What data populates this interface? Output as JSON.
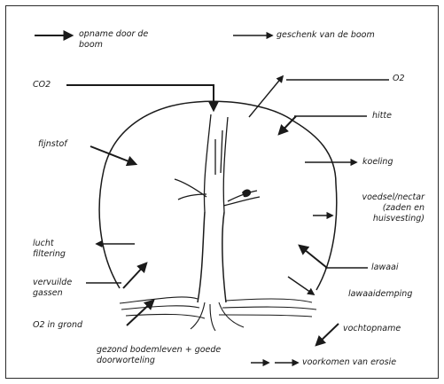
{
  "legend": {
    "intake": "opname door de boom",
    "gift": "geschenk van de boom"
  },
  "labels": {
    "co2": "CO2",
    "o2": "O2",
    "hitte": "hitte",
    "fijnstof": "fijnstof",
    "koeling": "koeling",
    "voedsel": "voedsel/nectar (zaden en huisvesting)",
    "lucht": "lucht filtering",
    "lawaai": "lawaai",
    "vervuilde": "vervuilde gassen",
    "lawaaidemping": "lawaaidemping",
    "o2grond": "O2 in grond",
    "vochtopname": "vochtopname",
    "bodem": "gezond bodemleven + goede doorworteling",
    "erosie": "voorkomen van erosie"
  }
}
